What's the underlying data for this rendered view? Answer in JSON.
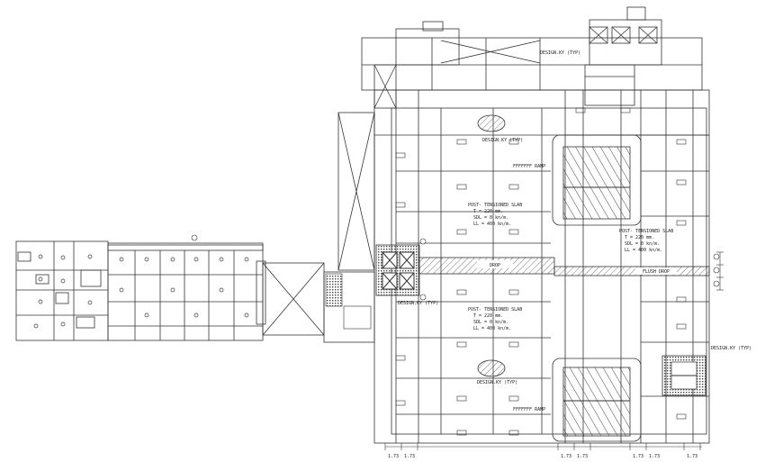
{
  "drawing": {
    "ramp_labels": [
      "FFFFFFF RAMP",
      "FFFFFFF RAMP"
    ],
    "slab_notes": {
      "upper": {
        "title": "POST- TENSIONED SLAB",
        "t": "T = 220 mm.",
        "sdl": "SDL = 0 kn/m.",
        "ll": "LL = 400 kn/m."
      },
      "lower": {
        "title": "POST- TENSIONED SLAB",
        "t": "T = 220 mm.",
        "sdl": "SDL = 0 kn/m.",
        "ll": "LL = 400 kn/m."
      },
      "right": {
        "title": "POST- TENSIONED SLAB",
        "t": "T = 220 mm.",
        "sdl": "SDL = 0 kn/m.",
        "ll": "LL = 400 kn/m."
      }
    },
    "drop_labels": {
      "left": "DROP",
      "right": "FLUSH DROP"
    },
    "detail_labels": [
      "DESIGN.KY (TYP)",
      "DESIGN.KY (TYP)",
      "DESIGN.KY (TYP)",
      "DESIGN.KY (TYP)"
    ],
    "stair_label": "DESIGN.KY (TYP)",
    "dims_bottom": [
      "1.73",
      "1.73",
      "1.73",
      "1.73",
      "1.73",
      "1.73",
      "1.73"
    ]
  }
}
